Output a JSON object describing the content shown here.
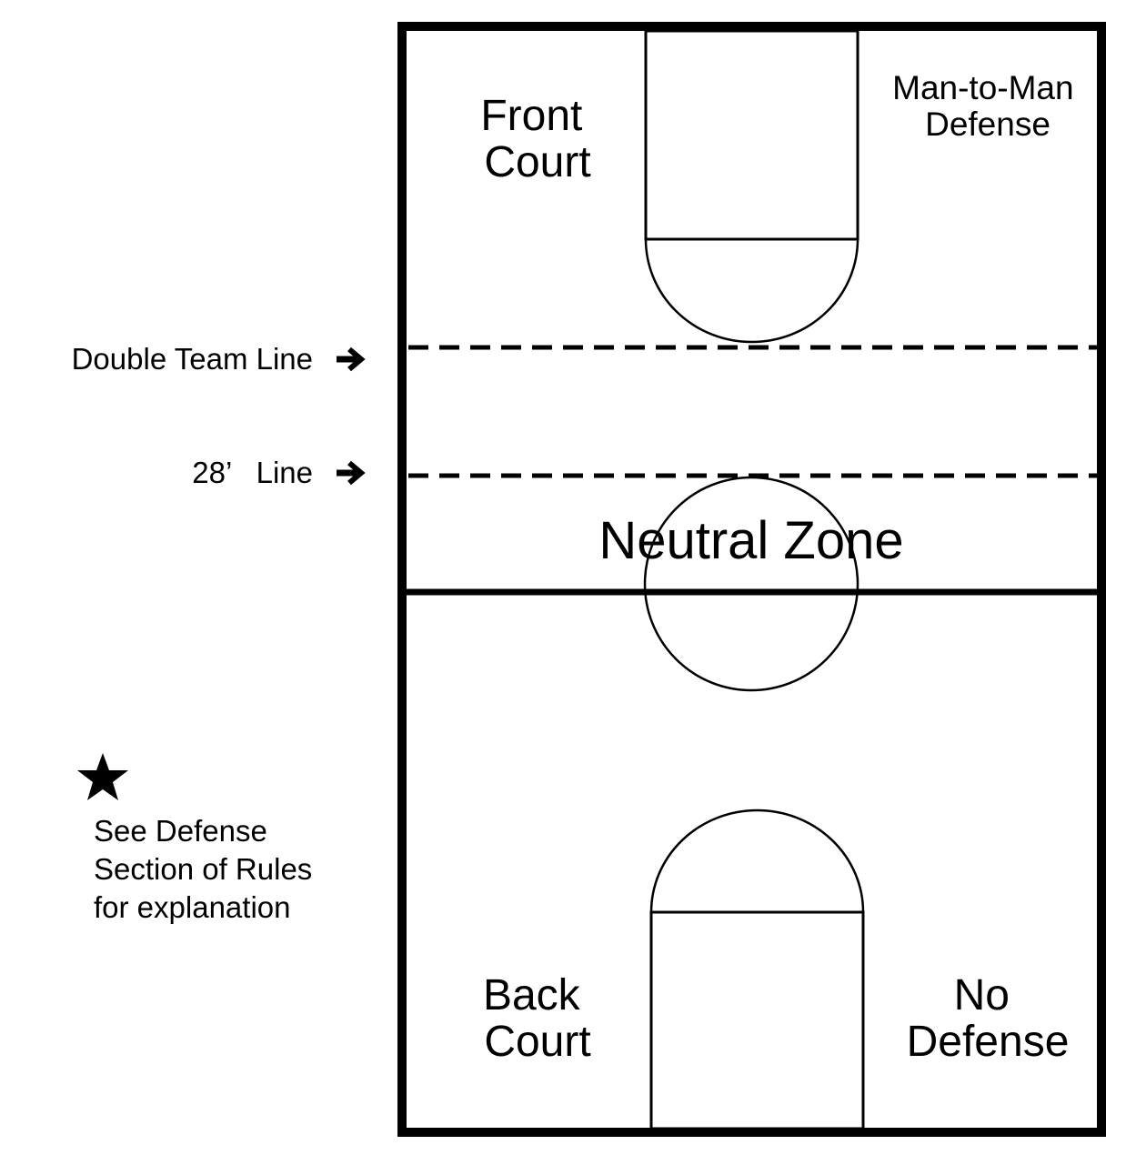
{
  "court": {
    "front_court": [
      "Front",
      "Court"
    ],
    "front_court_rule": [
      "Man-to-Man",
      "Defense"
    ],
    "neutral_zone": "Neutral Zone",
    "back_court": [
      "Back",
      "Court"
    ],
    "back_court_rule": [
      "No",
      "Defense"
    ]
  },
  "lines": {
    "double_team": "Double Team Line",
    "twenty_eight": "28’   Line"
  },
  "note": {
    "icon": "star-icon",
    "text": [
      "See Defense",
      "Section of Rules",
      "for explanation"
    ]
  },
  "colors": {
    "ink": "#000000",
    "background": "#ffffff"
  }
}
